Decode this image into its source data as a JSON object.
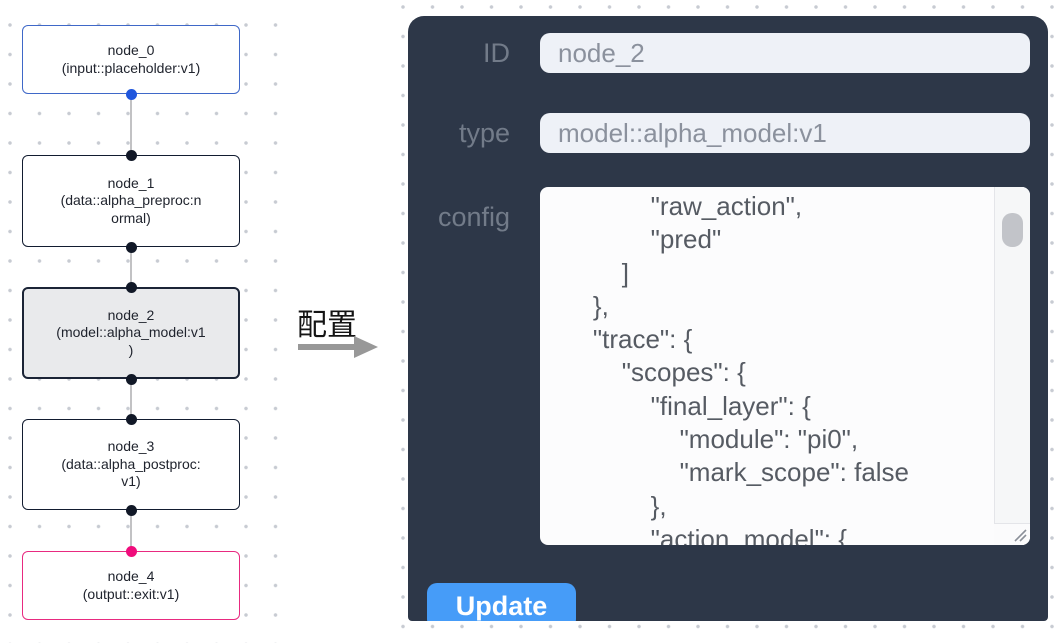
{
  "canvas": {
    "nodes": [
      {
        "id": "node_0",
        "label": "node_0\n(input::placeholder:v1)",
        "variant": "input"
      },
      {
        "id": "node_1",
        "label": "node_1\n(data::alpha_preproc:n\normal)",
        "variant": "default"
      },
      {
        "id": "node_2",
        "label": "node_2\n(model::alpha_model:v1\n)",
        "variant": "selected"
      },
      {
        "id": "node_3",
        "label": "node_3\n(data::alpha_postproc:\nv1)",
        "variant": "default"
      },
      {
        "id": "node_4",
        "label": "node_4\n(output::exit:v1)",
        "variant": "output"
      }
    ]
  },
  "annotation": {
    "label": "配置"
  },
  "panel": {
    "fields": {
      "id": {
        "label": "ID",
        "value": "node_2"
      },
      "type": {
        "label": "type",
        "value": "model::alpha_model:v1"
      },
      "config": {
        "label": "config",
        "value": "            \"raw_action\",\n            \"pred\"\n        ]\n    },\n    \"trace\": {\n        \"scopes\": {\n            \"final_layer\": {\n                \"module\": \"pi0\",\n                \"mark_scope\": false\n            },\n            \"action_model\": {"
      }
    },
    "update_label": "Update"
  },
  "colors": {
    "panel_bg": "#2d3748",
    "update_blue": "#469cf8",
    "input_bg": "#eef1f7",
    "node_input_border": "#3f68c8",
    "node_output_border": "#e82a80",
    "node_selected_bg": "#e9eaec",
    "handle_blue": "#1f56dd",
    "handle_pink": "#f00c7c",
    "handle_dark": "#111827",
    "edge_gray": "#c2c2c4",
    "arrow_gray": "#989898"
  }
}
